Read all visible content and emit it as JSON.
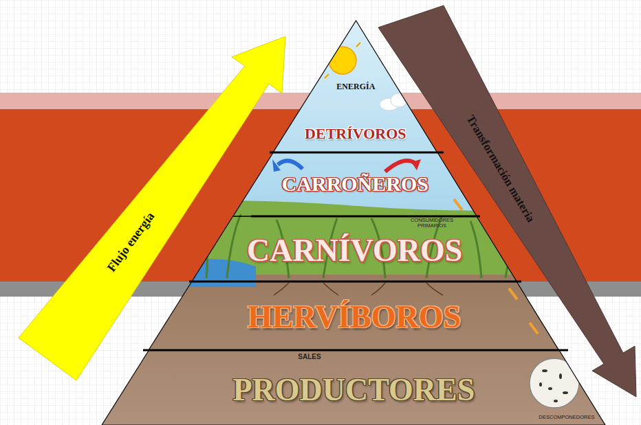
{
  "diagram": {
    "nodes": [
      {
        "text": [
          "Flujo energía"
        ]
      },
      {
        "text": [
          "ENERGÍA",
          "DETRÍVOROS"
        ]
      },
      {
        "text": [
          "CARROÑEROS"
        ]
      },
      {
        "text": [
          "CARNÍVOROS"
        ]
      },
      {
        "text": [
          "HERVÍBOROS"
        ]
      },
      {
        "text": [
          "PRODUCTORES"
        ]
      },
      {
        "text": [
          "Transformación materia"
        ]
      }
    ],
    "labels": [
      "CONSUMIDORES PRIMARIOS",
      "SALES",
      "DESCOMPONEDORES"
    ]
  }
}
